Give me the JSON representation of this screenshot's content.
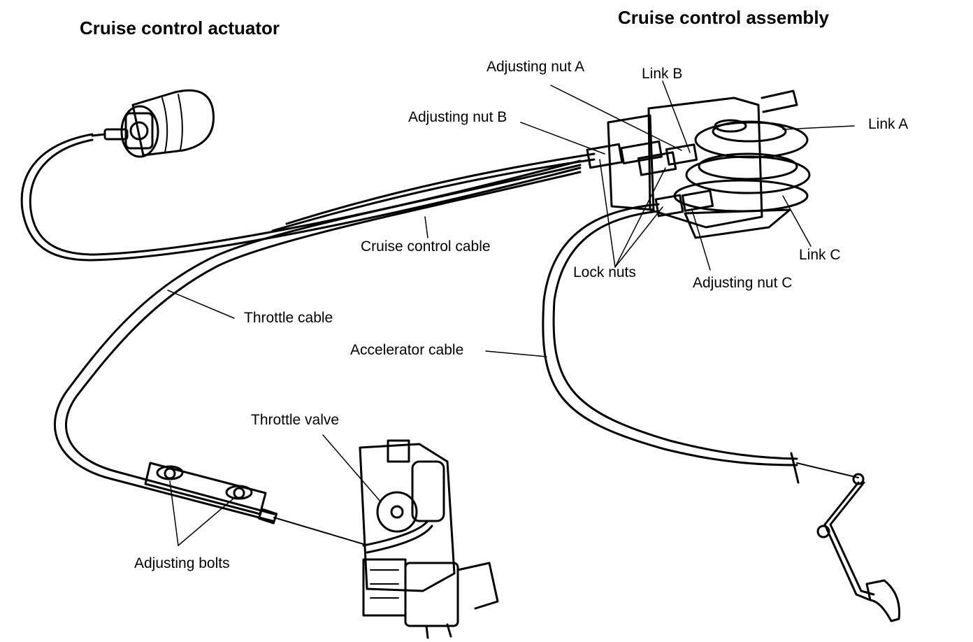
{
  "headings": {
    "actuator": "Cruise control actuator",
    "assembly": "Cruise control assembly"
  },
  "labels": {
    "adjusting_nut_a": "Adjusting nut A",
    "link_b": "Link B",
    "adjusting_nut_b": "Adjusting nut B",
    "link_a": "Link A",
    "cruise_control_cable": "Cruise control cable",
    "link_c": "Link C",
    "lock_nuts": "Lock nuts",
    "adjusting_nut_c": "Adjusting nut C",
    "throttle_cable": "Throttle cable",
    "accelerator_cable": "Accelerator cable",
    "throttle_valve": "Throttle valve",
    "adjusting_bolts": "Adjusting bolts"
  }
}
